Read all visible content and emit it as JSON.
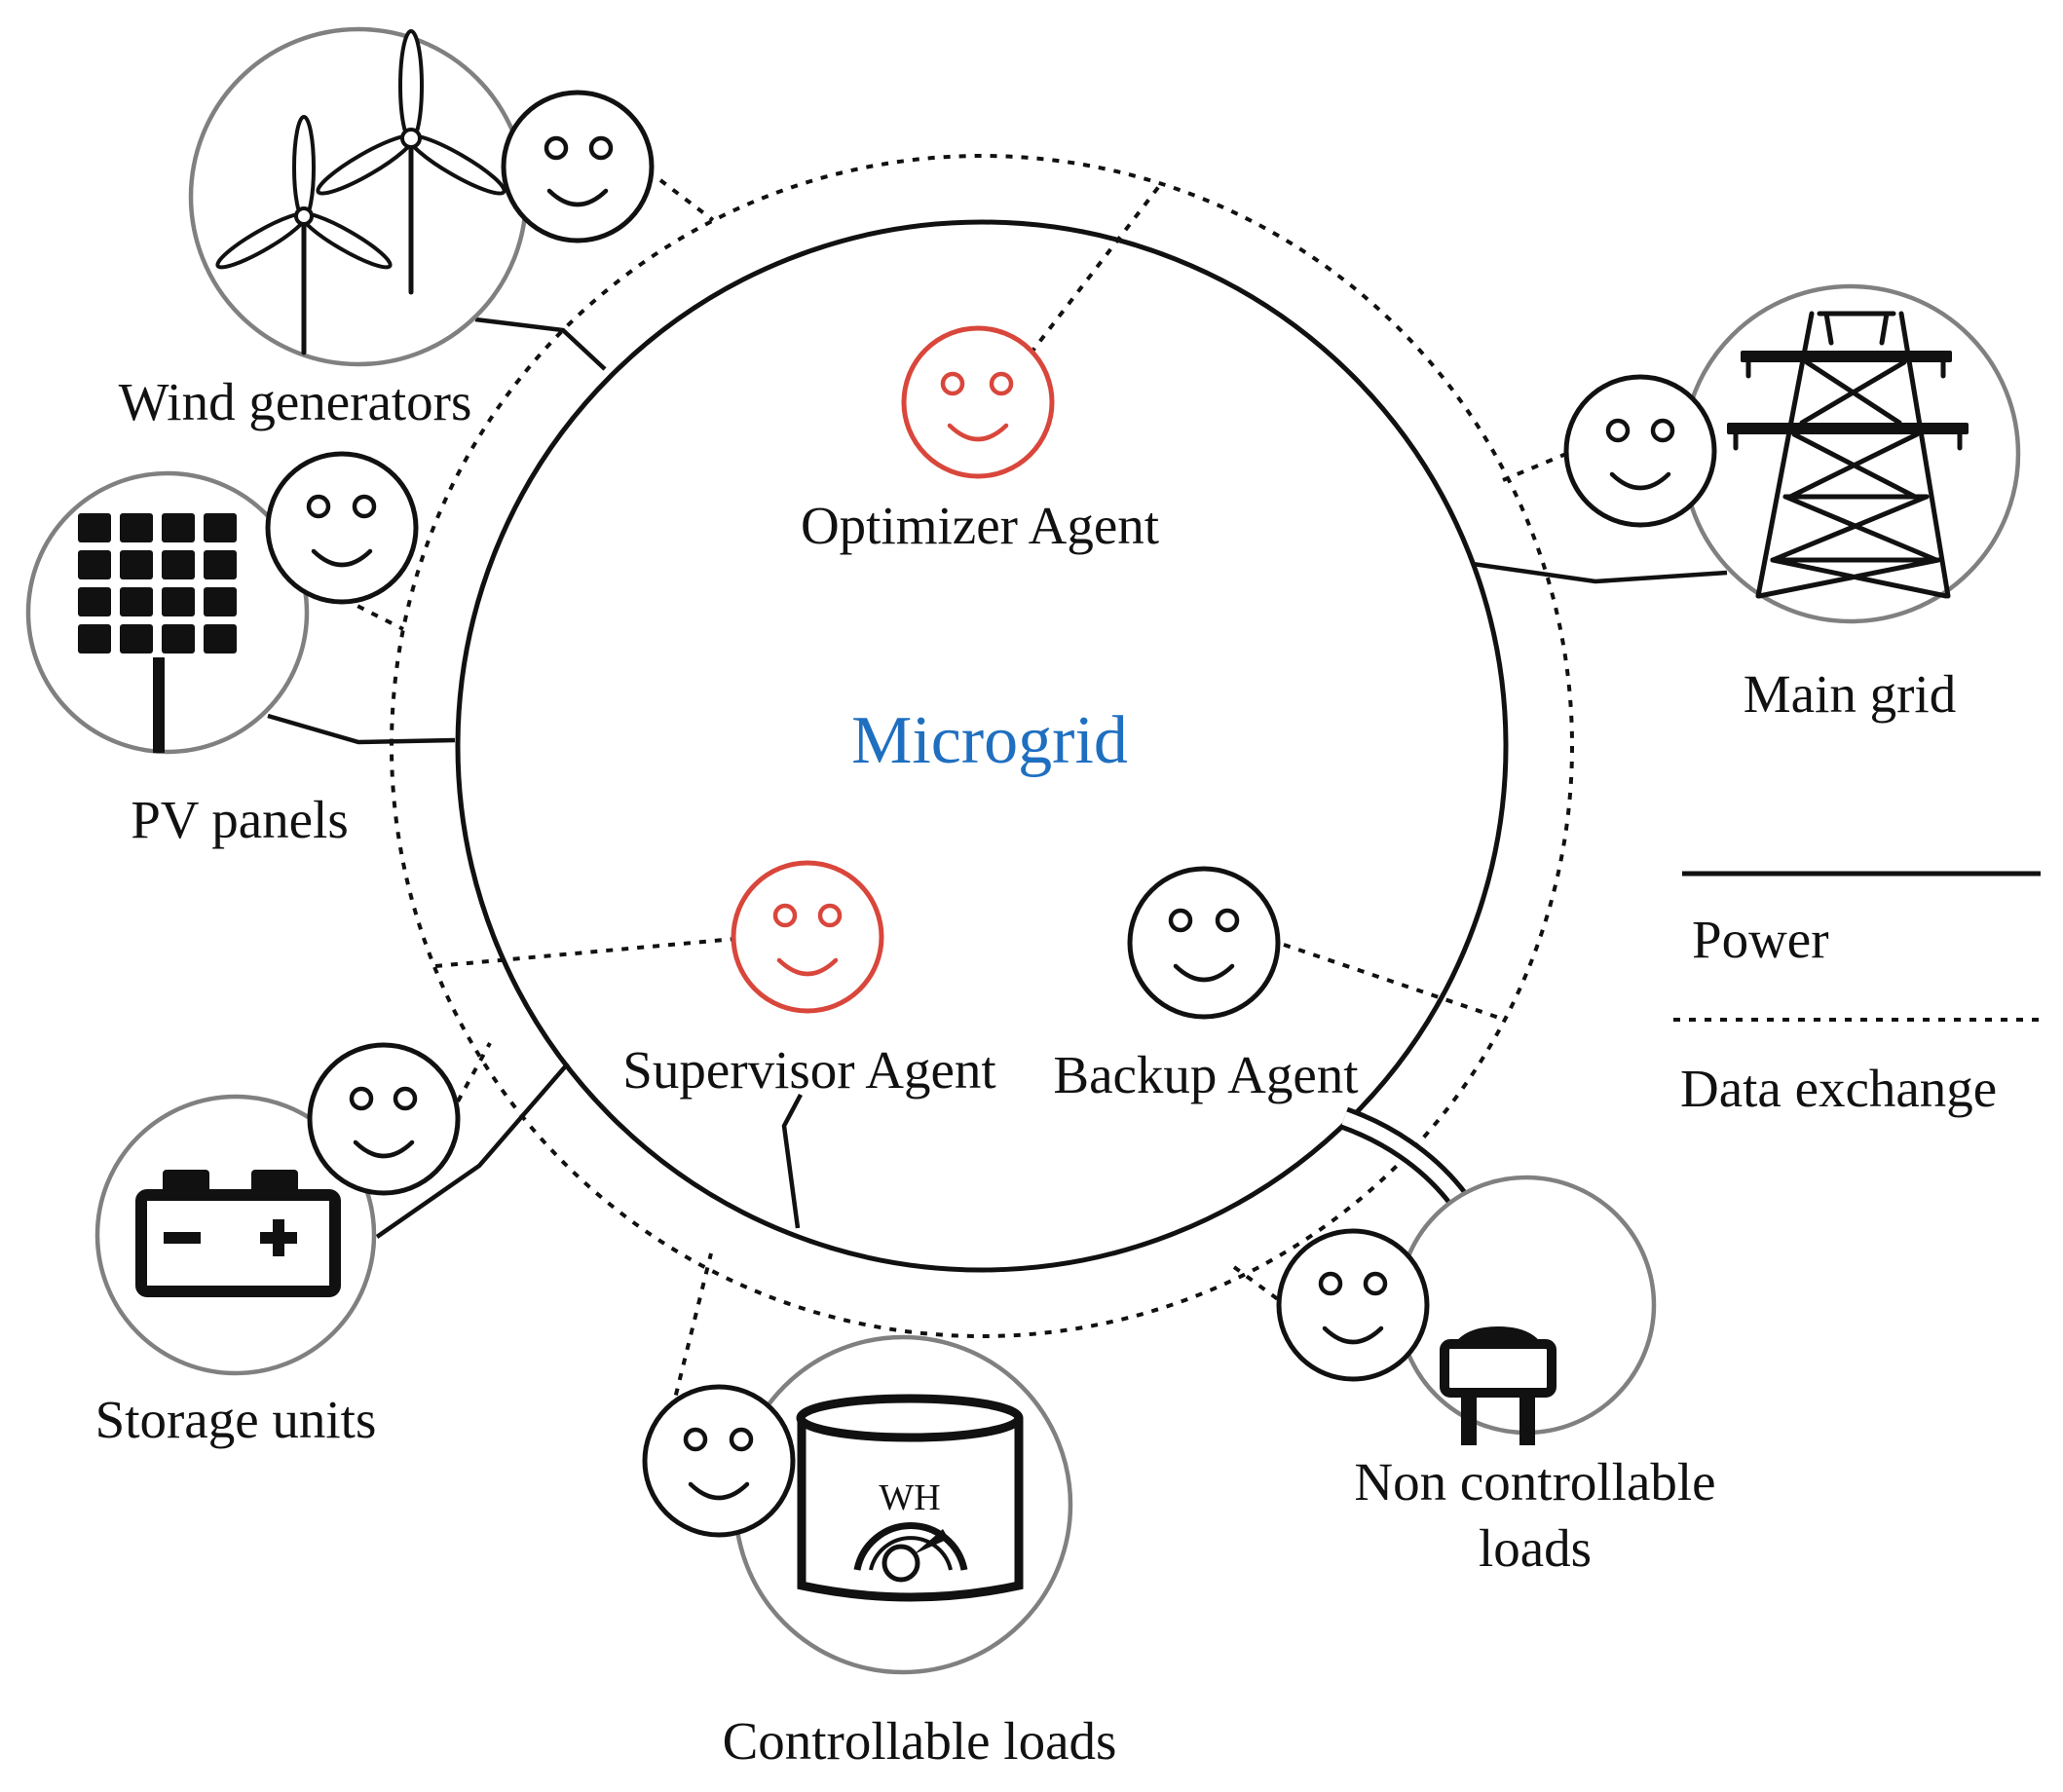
{
  "title": "Microgrid",
  "components": {
    "wind": "Wind generators",
    "pv": "PV panels",
    "storage": "Storage units",
    "controllable": "Controllable loads",
    "noncontrollable_line1": "Non controllable",
    "noncontrollable_line2": "loads",
    "maingrid": "Main grid"
  },
  "agents": {
    "optimizer": "Optimizer Agent",
    "supervisor": "Supervisor Agent",
    "backup": "Backup Agent"
  },
  "legend": {
    "power": "Power",
    "data": "Data exchange"
  },
  "icon_text": {
    "water_heater": "WH"
  },
  "colors": {
    "title": "#1f6fc0",
    "highlight_agent": "#d9463b",
    "agent": "#111111",
    "component_border": "#808080"
  },
  "icons": [
    "wind-turbines-icon",
    "solar-panel-icon",
    "battery-icon",
    "water-heater-icon",
    "plug-icon",
    "transmission-tower-icon",
    "smiley-icon"
  ]
}
